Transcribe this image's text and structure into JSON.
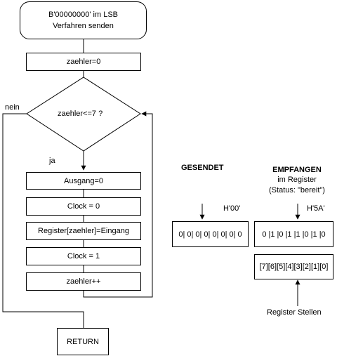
{
  "flowchart": {
    "start_line1": "B'00000000' im LSB",
    "start_line2": "Verfahren senden",
    "init": "zaehler=0",
    "decision": "zaehler<=7 ?",
    "no_label": "nein",
    "yes_label": "ja",
    "steps": [
      "Ausgang=0",
      "Clock = 0",
      "Register[zaehler]=Eingang",
      "Clock = 1",
      "zaehler++"
    ],
    "end": "RETURN"
  },
  "sent": {
    "title": "GESENDET",
    "hex": "H'00'",
    "bits": "0| 0| 0| 0| 0| 0| 0| 0"
  },
  "received": {
    "title": "EMPFANGEN",
    "subtitle_line1": "im Register",
    "subtitle_line2": "(Status: \"bereit\")",
    "hex": "H'5A'",
    "bits": "0 |1 |0 |1 |1 |0 |1 |0",
    "positions": "[7][6][5][4][3][2][1][0]",
    "positions_label": "Register Stellen"
  }
}
